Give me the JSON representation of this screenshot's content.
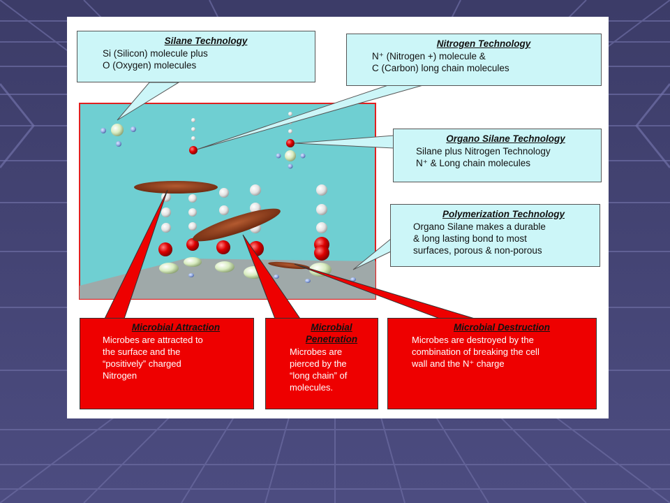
{
  "colors": {
    "background": "#4a4a7c",
    "tank_water": "#6fcfd2",
    "tank_border": "#e02020",
    "callout_blue": "#ccf6f8",
    "callout_red": "#ee0000",
    "nitrogen_atom": "#cc0000",
    "silicon_atom": "#d8ecc0",
    "oxygen_atom": "#8ea8e0",
    "carbon_atom": "#e8e8e8",
    "microbe_disc": "#8b3a1c"
  },
  "callouts": {
    "silane": {
      "title": "Silane Technology",
      "text": "Si (Silicon) molecule plus\nO (Oxygen) molecules"
    },
    "nitrogen": {
      "title": "Nitrogen Technology",
      "text": "N⁺ (Nitrogen +) molecule &\nC (Carbon) long chain molecules"
    },
    "organo": {
      "title": "Organo Silane Technology",
      "text": "Silane plus Nitrogen Technology\nN⁺ & Long chain molecules"
    },
    "polymer": {
      "title": "Polymerization Technology",
      "text": "Organo Silane makes a durable\n& long lasting bond to most\nsurfaces, porous & non-porous"
    },
    "attraction": {
      "title": "Microbial Attraction",
      "text": "Microbes are attracted to\nthe surface and the\n“positively” charged\nNitrogen"
    },
    "penetration": {
      "title": "Microbial Penetration",
      "text": "Microbes are\npierced by the\n“long chain” of\nmolecules."
    },
    "destruction": {
      "title": "Microbial Destruction",
      "text": "Microbes are destroyed by the\ncombination of breaking the cell\nwall and the N⁺ charge"
    }
  }
}
